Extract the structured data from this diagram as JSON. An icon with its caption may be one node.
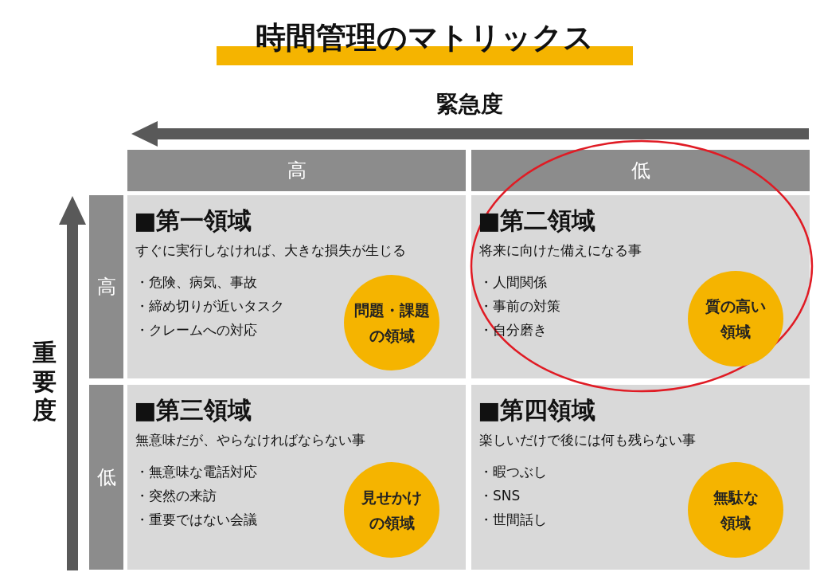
{
  "diagram": {
    "title": "時間管理のマトリックス",
    "nodes": [
      {
        "text": [
          "高"
        ]
      },
      {
        "text": [
          "低"
        ]
      },
      {
        "text": [
          "高"
        ]
      },
      {
        "text": [
          "■第一領域",
          "すぐに実行しなければ、大きな損失が生じる",
          "・危険、病気、事故",
          "・締め切りが近いタスク",
          "・クレームへの対応"
        ]
      },
      {
        "text": [
          "問題・課題の領域"
        ],
        "in": 3
      },
      {
        "text": [
          "■第二領域",
          "将来に向けた備えになる事",
          "・人間関係",
          "・事前の対策",
          "・自分磨き"
        ]
      },
      {
        "text": [
          "質の高い領域"
        ],
        "in": 5
      },
      {
        "text": [
          "低"
        ]
      },
      {
        "text": [
          "■第三領域",
          "無意味だが、やらなければならない事",
          "・無意味な電話対応",
          "・突然の来訪",
          "・重要ではない会議"
        ]
      },
      {
        "text": [
          "見せかけの領域"
        ],
        "in": 8
      },
      {
        "text": [
          "■第四領域",
          "楽しいだけで後には何も残らない事",
          "・暇つぶし",
          "・SNS",
          "・世間話し"
        ]
      },
      {
        "text": [
          "無駄な領域"
        ],
        "in": 10
      }
    ],
    "labels": [
      "緊急度",
      "重要度"
    ]
  }
}
